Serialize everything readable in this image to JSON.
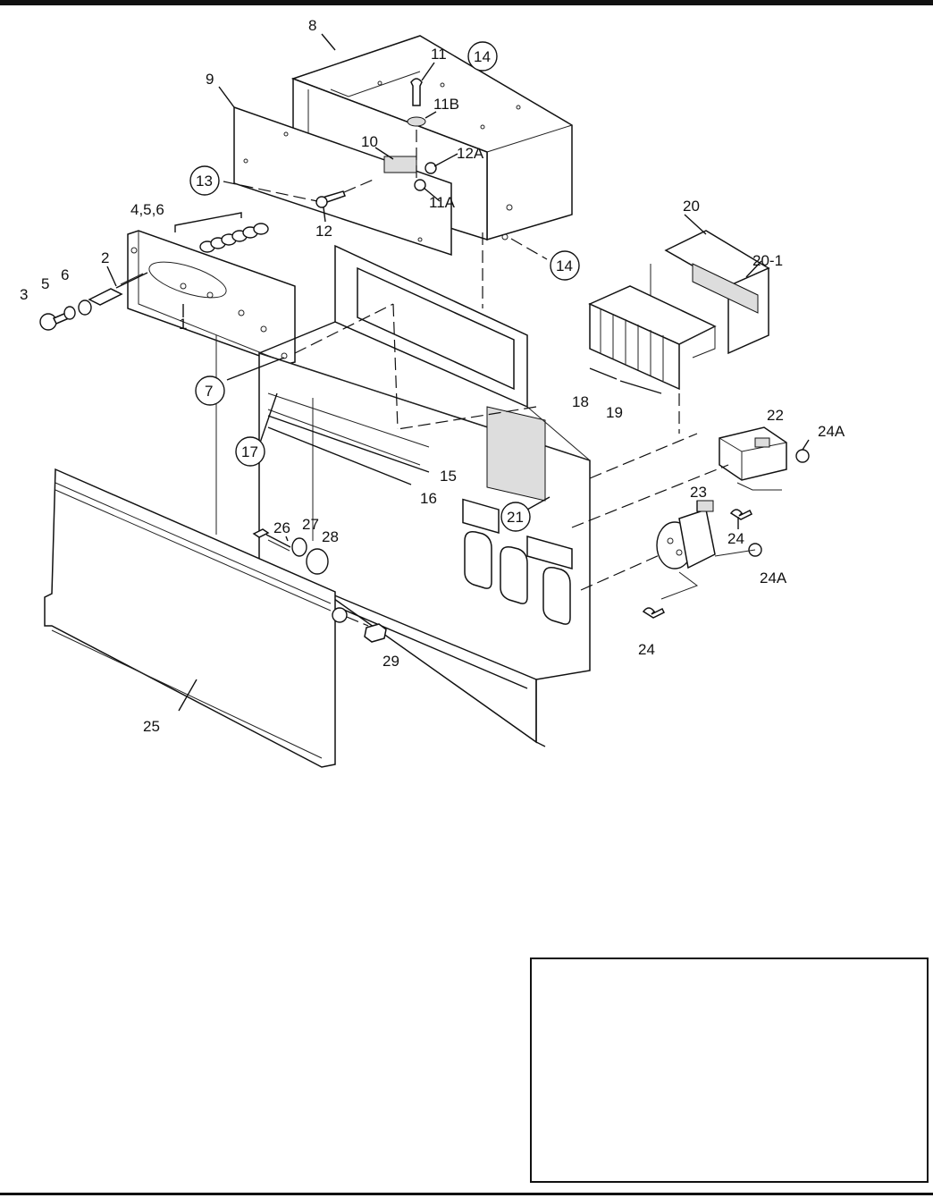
{
  "diagram": {
    "callouts": [
      {
        "id": "c8",
        "text": "8",
        "circled": false
      },
      {
        "id": "c9",
        "text": "9",
        "circled": false
      },
      {
        "id": "c11",
        "text": "11",
        "circled": false
      },
      {
        "id": "c14a",
        "text": "14",
        "circled": true
      },
      {
        "id": "c11b",
        "text": "11B",
        "circled": false
      },
      {
        "id": "c10",
        "text": "10",
        "circled": false
      },
      {
        "id": "c12a",
        "text": "12A",
        "circled": false
      },
      {
        "id": "c13",
        "text": "13",
        "circled": true
      },
      {
        "id": "c11a",
        "text": "11A",
        "circled": false
      },
      {
        "id": "c12",
        "text": "12",
        "circled": false
      },
      {
        "id": "c456",
        "text": "4,5,6",
        "circled": false
      },
      {
        "id": "c20",
        "text": "20",
        "circled": false
      },
      {
        "id": "c201",
        "text": "20-1",
        "circled": false
      },
      {
        "id": "c14b",
        "text": "14",
        "circled": true
      },
      {
        "id": "c2",
        "text": "2",
        "circled": false
      },
      {
        "id": "c3",
        "text": "3",
        "circled": false
      },
      {
        "id": "c5",
        "text": "5",
        "circled": false
      },
      {
        "id": "c6",
        "text": "6",
        "circled": false
      },
      {
        "id": "c1",
        "text": "1",
        "circled": false
      },
      {
        "id": "c7",
        "text": "7",
        "circled": true
      },
      {
        "id": "c18",
        "text": "18",
        "circled": false
      },
      {
        "id": "c19",
        "text": "19",
        "circled": false
      },
      {
        "id": "c17",
        "text": "17",
        "circled": true
      },
      {
        "id": "c22",
        "text": "22",
        "circled": false
      },
      {
        "id": "c24a1",
        "text": "24A",
        "circled": false
      },
      {
        "id": "c15",
        "text": "15",
        "circled": false
      },
      {
        "id": "c16",
        "text": "16",
        "circled": false
      },
      {
        "id": "c21",
        "text": "21",
        "circled": true
      },
      {
        "id": "c23",
        "text": "23",
        "circled": false
      },
      {
        "id": "c24b",
        "text": "24",
        "circled": false
      },
      {
        "id": "c26",
        "text": "26",
        "circled": false
      },
      {
        "id": "c27",
        "text": "27",
        "circled": false
      },
      {
        "id": "c28",
        "text": "28",
        "circled": false
      },
      {
        "id": "c24a2",
        "text": "24A",
        "circled": false
      },
      {
        "id": "c24c",
        "text": "24",
        "circled": false
      },
      {
        "id": "c29",
        "text": "29",
        "circled": false
      },
      {
        "id": "c25",
        "text": "25",
        "circled": false
      }
    ]
  },
  "note_box": {
    "text": ""
  }
}
